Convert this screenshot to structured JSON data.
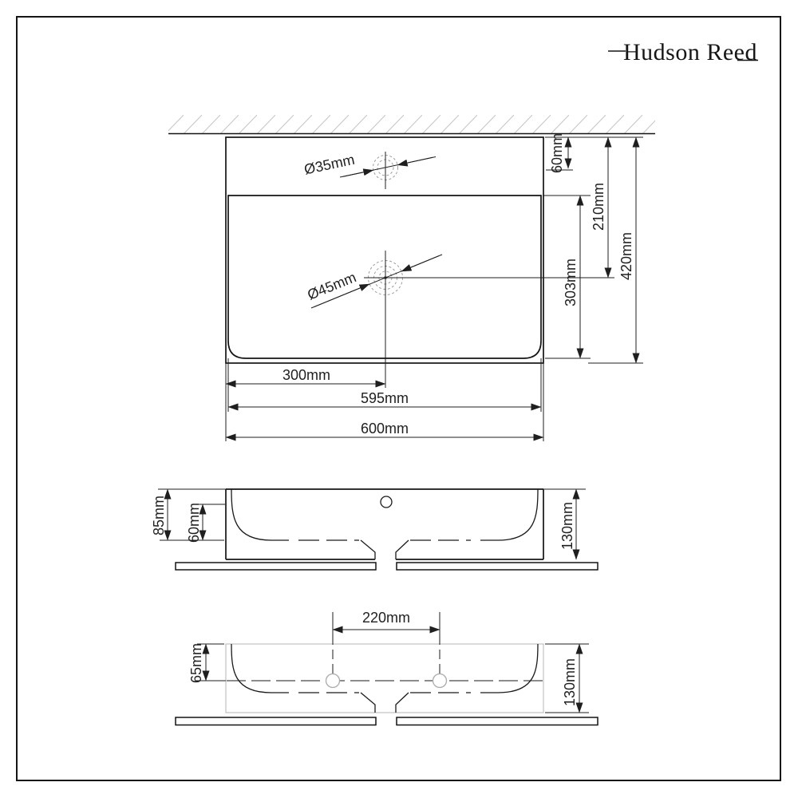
{
  "brand": {
    "name": "Hudson Reed"
  },
  "views": {
    "plan": {
      "tap_hole_diameter": "Ø35mm",
      "waste_hole_diameter": "Ø45mm",
      "tap_hole_from_back": "60mm",
      "waste_from_back": "210mm",
      "basin_front_to_back": "303mm",
      "overall_front_to_back": "420mm",
      "waste_from_left": "300mm",
      "basin_width": "595mm",
      "overall_width": "600mm"
    },
    "front": {
      "rim_to_basin_floor": "85mm",
      "basin_inner_depth": "60mm",
      "overall_height": "130mm"
    },
    "underside": {
      "fixing_hole_centres": "220mm",
      "fixing_holes_from_rim": "65mm",
      "overall_height": "130mm"
    }
  }
}
